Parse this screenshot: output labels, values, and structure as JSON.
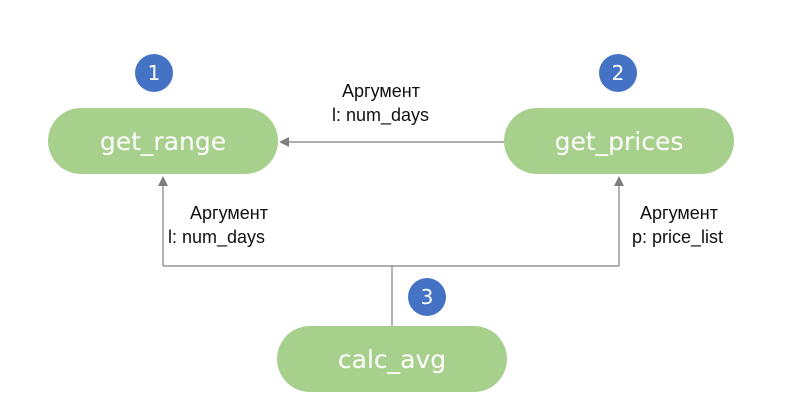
{
  "colors": {
    "node_fill": "#a8d08d",
    "badge_fill": "#4472c4",
    "edge": "#808080"
  },
  "nodes": {
    "get_range": {
      "label": "get_range",
      "number": "1"
    },
    "get_prices": {
      "label": "get_prices",
      "number": "2"
    },
    "calc_avg": {
      "label": "calc_avg",
      "number": "3"
    }
  },
  "edges": {
    "prices_to_range": {
      "line1": "Аргумент",
      "line2": "l: num_days"
    },
    "calc_to_range": {
      "line1": "Аргумент",
      "line2": "l: num_days"
    },
    "calc_to_prices": {
      "line1": "Аргумент",
      "line2": "p: price_list"
    }
  }
}
